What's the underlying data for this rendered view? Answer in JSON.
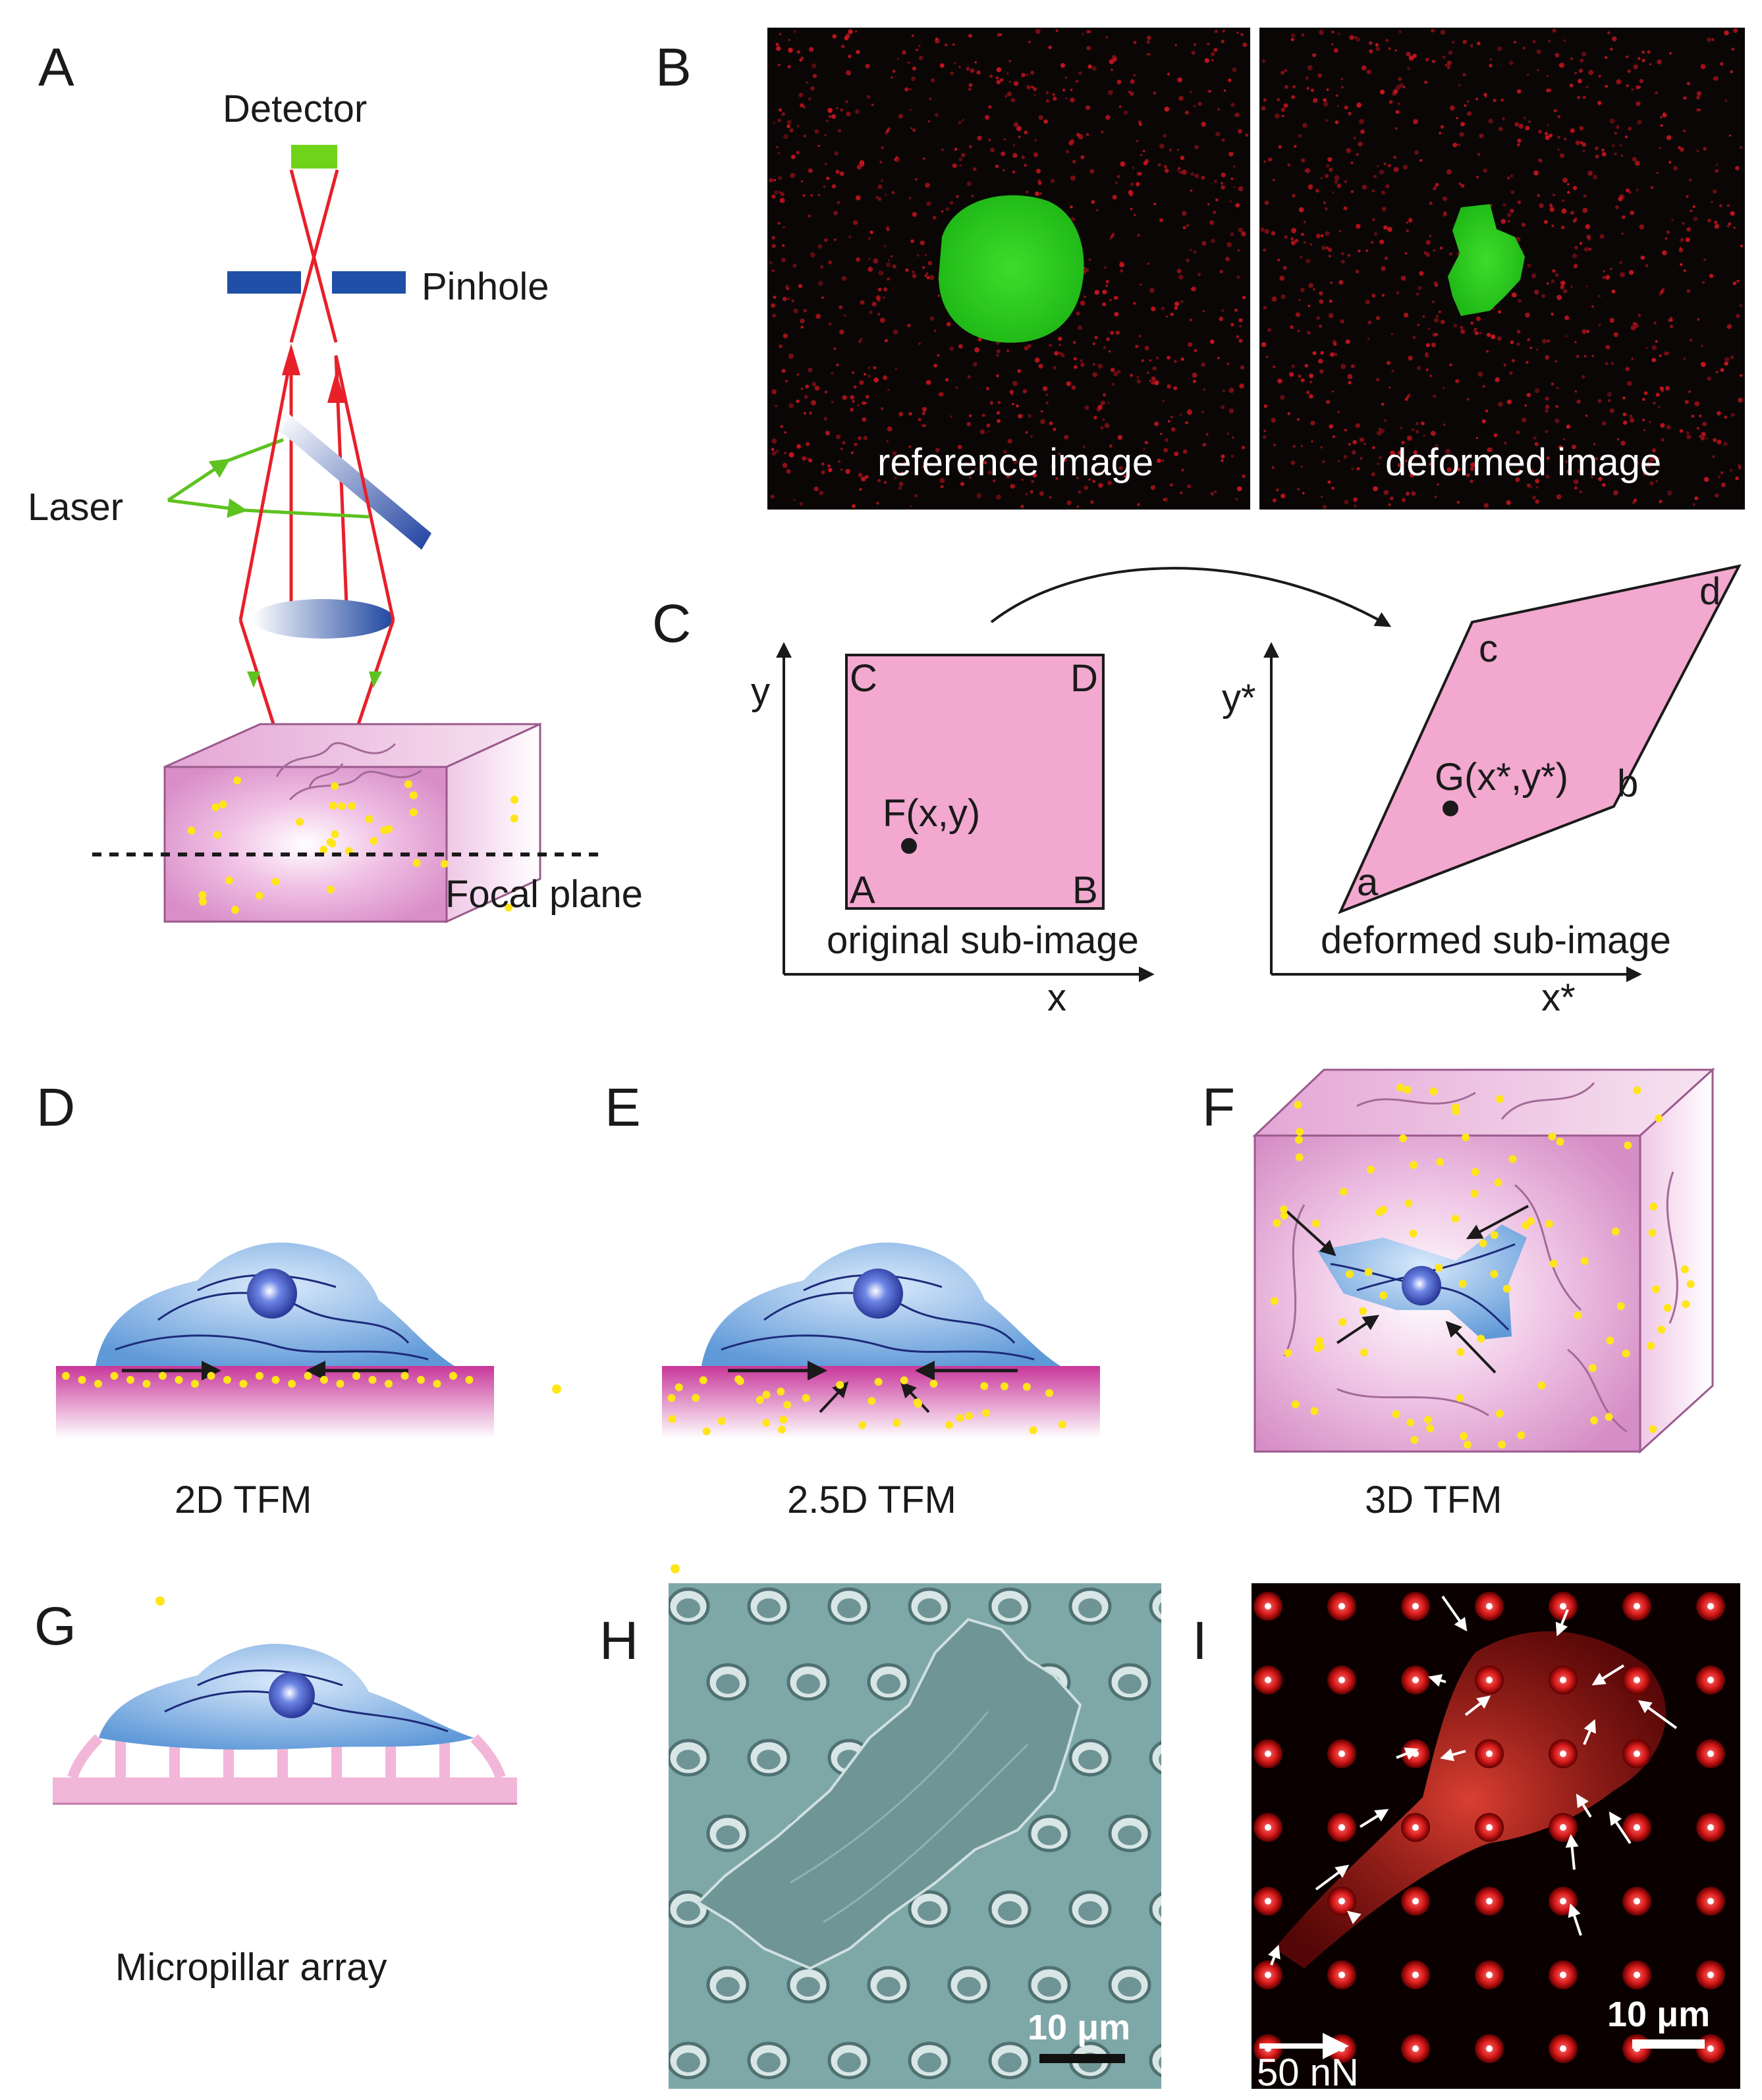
{
  "panels": {
    "a": {
      "label": "A",
      "detector": "Detector",
      "pinhole": "Pinhole",
      "laser": "Laser",
      "focal_plane": "Focal plane"
    },
    "b": {
      "label": "B",
      "reference": "reference image",
      "deformed": "deformed image"
    },
    "c": {
      "label": "C",
      "y_axis": "y",
      "x_axis": "x",
      "y_star_axis": "y*",
      "x_star_axis": "x*",
      "corner_c": "C",
      "corner_d": "D",
      "corner_a": "A",
      "corner_b": "B",
      "point_f": "F(x,y)",
      "original": "original sub-image",
      "corner_lc": "c",
      "corner_ld": "d",
      "corner_la": "a",
      "corner_lb": "b",
      "point_g": "G(x*,y*)",
      "deformed": "deformed sub-image"
    },
    "d": {
      "label": "D",
      "caption": "2D TFM"
    },
    "e": {
      "label": "E",
      "caption": "2.5D TFM"
    },
    "f": {
      "label": "F",
      "caption": "3D TFM"
    },
    "g": {
      "label": "G",
      "caption": "Micropillar array"
    },
    "h": {
      "label": "H",
      "scale": "10 μm"
    },
    "i": {
      "label": "I",
      "scale": "10 μm",
      "force_scale": "50 nN"
    }
  },
  "colors": {
    "beam": "#e8202a",
    "laser": "#5ec21f",
    "detector": "#6fd419",
    "pinhole": "#1f4fa6",
    "gel": "#e9a8d8",
    "cell": "#7fb2e3",
    "bead": "#ffe51a",
    "subimage": "#f2a8cf"
  }
}
